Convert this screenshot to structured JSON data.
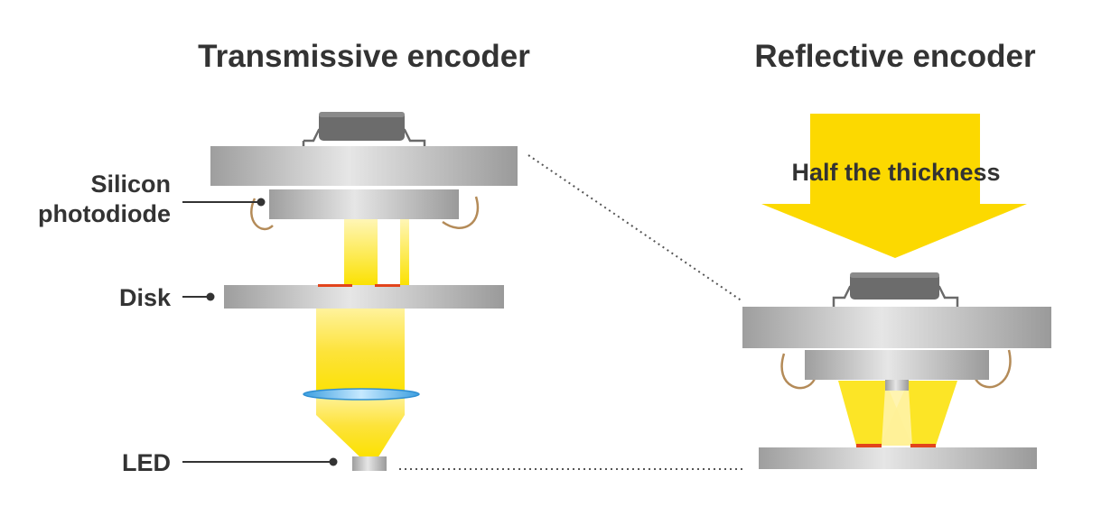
{
  "titles": {
    "transmissive": "Transmissive encoder",
    "reflective": "Reflective encoder"
  },
  "labels": {
    "silicon_line1": "Silicon",
    "silicon_line2": "photodiode",
    "disk": "Disk",
    "led": "LED"
  },
  "arrow_text": "Half the thickness",
  "colors": {
    "light": "#fbe100",
    "arrow": "#fcd900",
    "metal": "#b9b9b9",
    "chip": "#6c6c6c",
    "wire": "#b48b58",
    "slit": "#e2441c",
    "lens": "#5bb4e8",
    "text": "#333333"
  }
}
